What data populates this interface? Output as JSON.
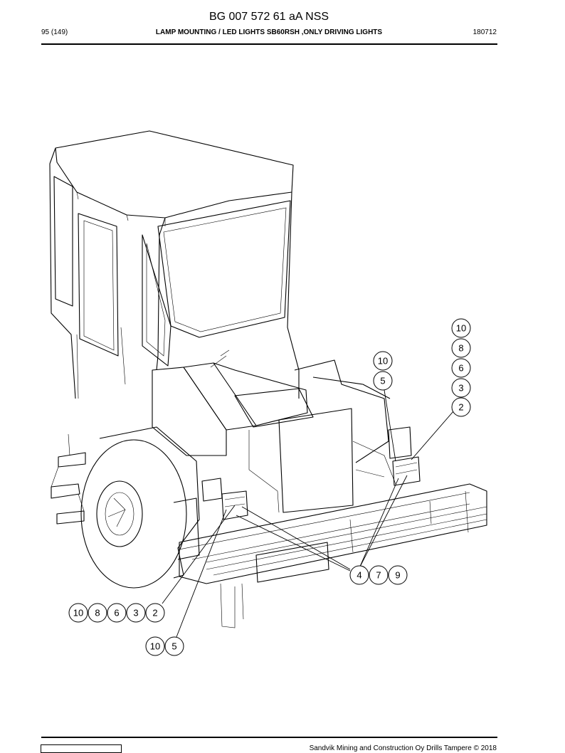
{
  "header": {
    "doc_number": "BG 007 572 61 aA NSS",
    "page": "95 (149)",
    "title": "LAMP MOUNTING / LED LIGHTS SB60RSH ,ONLY DRIVING LIGHTS",
    "date": "180712"
  },
  "callouts": {
    "a1": "10",
    "a2": "8",
    "a3": "6",
    "a4": "3",
    "a5": "2",
    "b1": "10",
    "b2": "5",
    "c1": "4",
    "c2": "7",
    "c3": "9",
    "d1": "10",
    "d2": "8",
    "d3": "6",
    "d4": "3",
    "d5": "2",
    "e1": "10",
    "e2": "5"
  },
  "footer": {
    "copyright": "Sandvik Mining and Construction Oy Drills Tampere © 2018"
  }
}
